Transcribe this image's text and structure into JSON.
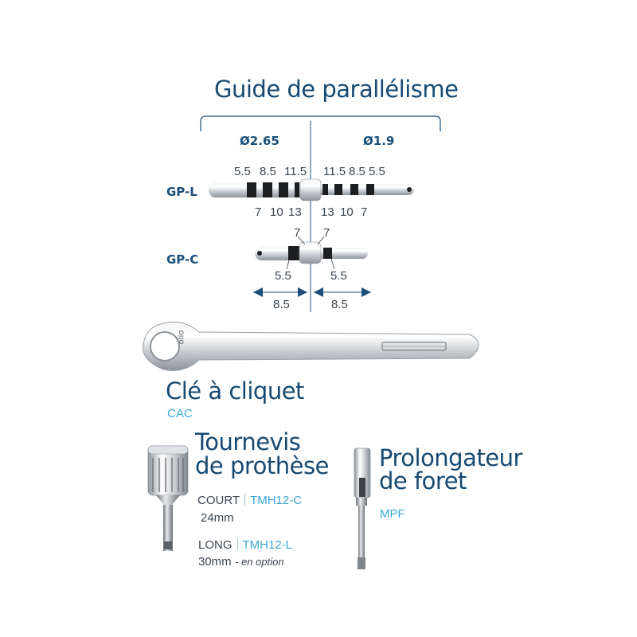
{
  "guide": {
    "title": "Guide de parallélisme",
    "diam_left": "Ø2.65",
    "diam_right": "Ø1.9",
    "gpl": {
      "label": "GP-L",
      "top_left": [
        "5.5",
        "8.5",
        "11.5"
      ],
      "top_right": [
        "11.5",
        "8.5",
        "5.5"
      ],
      "bottom_left": [
        "7",
        "10",
        "13"
      ],
      "bottom_right": [
        "13",
        "10",
        "7"
      ]
    },
    "gpc": {
      "label": "GP-C",
      "top_left": "7",
      "top_right": "7",
      "bottom_left": "5.5",
      "bottom_right": "5.5",
      "dim_left": "8.5",
      "dim_right": "8.5"
    }
  },
  "ratchet": {
    "title": "Clé à cliquet",
    "code": "CAC",
    "engraving": "olio"
  },
  "screwdriver": {
    "title_line1": "Tournevis",
    "title_line2": "de prothèse",
    "short_label": "COURT",
    "short_code": "TMH12-C",
    "short_length": "24mm",
    "long_label": "LONG",
    "long_code": "TMH12-L",
    "long_length": "30mm",
    "long_note": "- en option"
  },
  "extension": {
    "title_line1": "Prolongateur",
    "title_line2": "de foret",
    "code": "MPF"
  },
  "colors": {
    "title": "#164a72",
    "code": "#39a7d6",
    "arrow": "#1b4f7a"
  }
}
